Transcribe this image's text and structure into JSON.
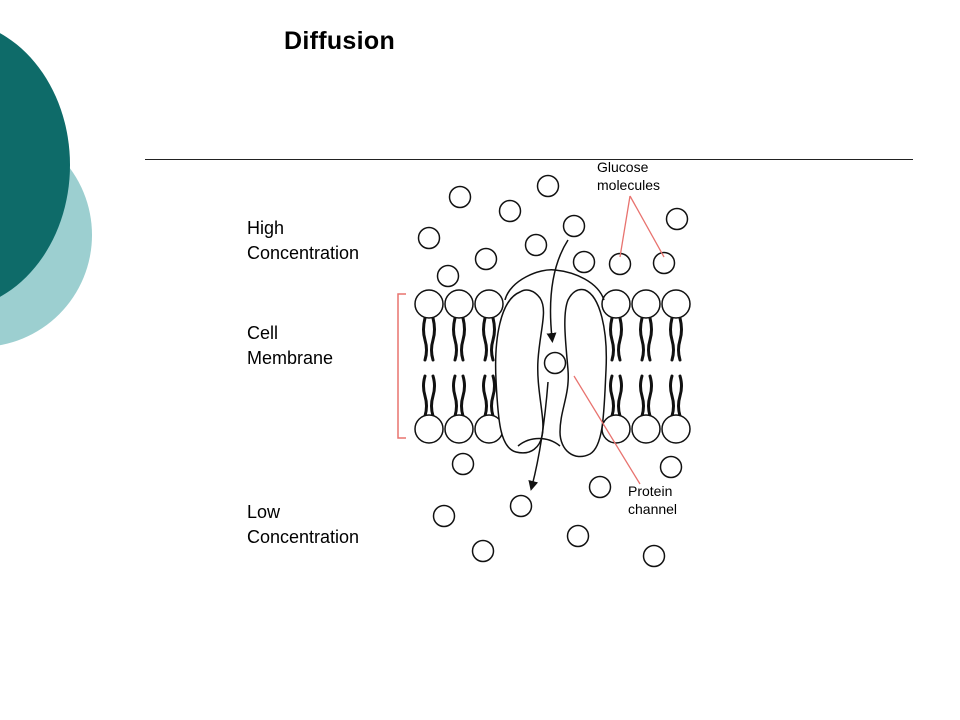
{
  "slide": {
    "title": "Diffusion",
    "accent_colors": {
      "dark_teal": "#0e6b69",
      "light_teal": "#9ccfd0"
    }
  },
  "labels": {
    "high": {
      "line1": "High",
      "line2": "Concentration"
    },
    "membrane": {
      "line1": "Cell",
      "line2": "Membrane"
    },
    "low": {
      "line1": "Low",
      "line2": "Concentration"
    },
    "glucose": {
      "line1": "Glucose",
      "line2": "molecules"
    },
    "protein": {
      "line1": "Protein",
      "line2": "channel"
    }
  },
  "colors": {
    "pointer_line": "#e8736f",
    "bracket": "#e8736f",
    "ink": "#111111"
  }
}
